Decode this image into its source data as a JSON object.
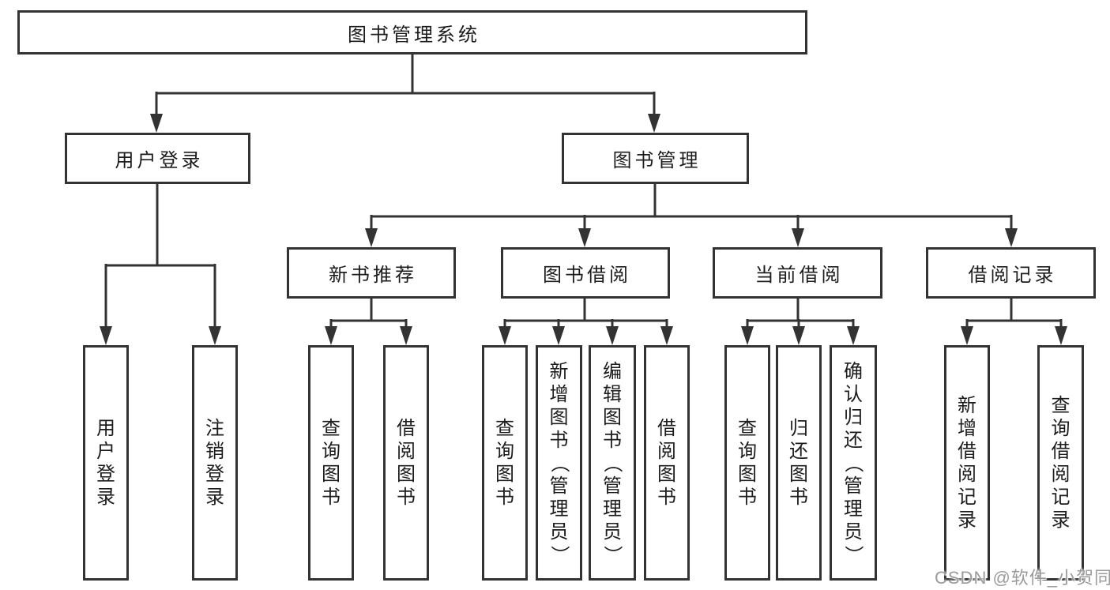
{
  "watermark": "CSDN @软件_小贺同学",
  "colors": {
    "line": "#333333",
    "box_border": "#333333",
    "text": "#1c1c1c",
    "watermark": "#9b9b9b",
    "background": "#ffffff"
  },
  "tree": {
    "root": "图书管理系统",
    "children": [
      {
        "label": "用户登录",
        "children": [
          "用户登录",
          "注销登录"
        ]
      },
      {
        "label": "图书管理",
        "children": [
          {
            "label": "新书推荐",
            "children": [
              "查询图书",
              "借阅图书"
            ]
          },
          {
            "label": "图书借阅",
            "children": [
              "查询图书",
              "新增图书（管理员）",
              "编辑图书（管理员）",
              "借阅图书"
            ]
          },
          {
            "label": "当前借阅",
            "children": [
              "查询图书",
              "归还图书",
              "确认归还（管理员）"
            ]
          },
          {
            "label": "借阅记录",
            "children": [
              "新增借阅记录",
              "查询借阅记录"
            ]
          }
        ]
      }
    ]
  }
}
